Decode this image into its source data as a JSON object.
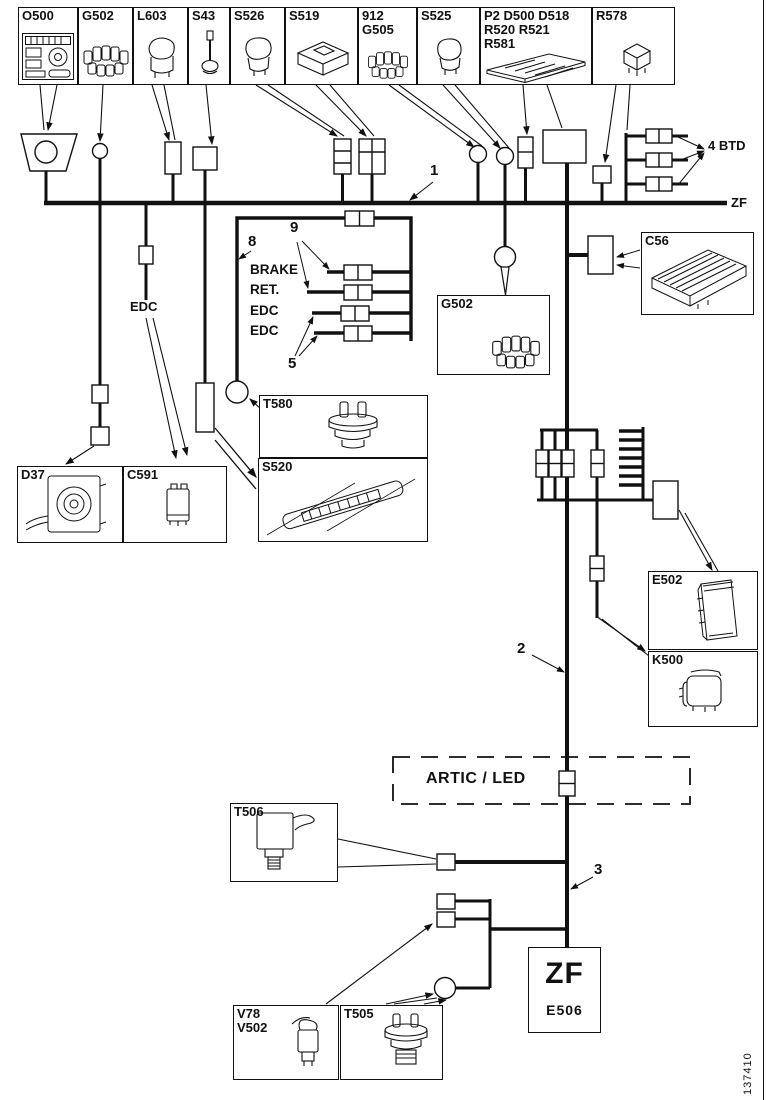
{
  "page": {
    "figure_number": "137410"
  },
  "colors": {
    "ink": "#111111",
    "paper": "#ffffff"
  },
  "top_row": [
    {
      "label": "O500"
    },
    {
      "label": "G502"
    },
    {
      "label": "L603"
    },
    {
      "label": "S43"
    },
    {
      "label": "S526"
    },
    {
      "label": "S519"
    },
    {
      "line1": "912",
      "line2": "G505"
    },
    {
      "label": "S525"
    },
    {
      "line1": "P2 D500 D518",
      "line2": "R520 R521",
      "line3": "R581"
    },
    {
      "label": "R578"
    }
  ],
  "callouts": {
    "c56": "C56",
    "g502_mid": "G502",
    "t580": "T580",
    "s520": "S520",
    "d37": "D37",
    "c591": "C591",
    "e502": "E502",
    "k500": "K500",
    "t506": "T506",
    "v78_line1": "V78",
    "v78_line2": "V502",
    "t505": "T505",
    "zf_line1": "ZF",
    "zf_line2": "E506"
  },
  "labels": {
    "bus_zf": "ZF",
    "btd": "4  BTD",
    "edc_branch": "EDC",
    "brake": "BRAKE",
    "ret": "RET.",
    "edc_a": "EDC",
    "edc_b": "EDC",
    "artic": "ARTIC / LED"
  },
  "numbers": {
    "n1": "1",
    "n2": "2",
    "n3": "3",
    "n5": "5",
    "n8": "8",
    "n9": "9"
  }
}
